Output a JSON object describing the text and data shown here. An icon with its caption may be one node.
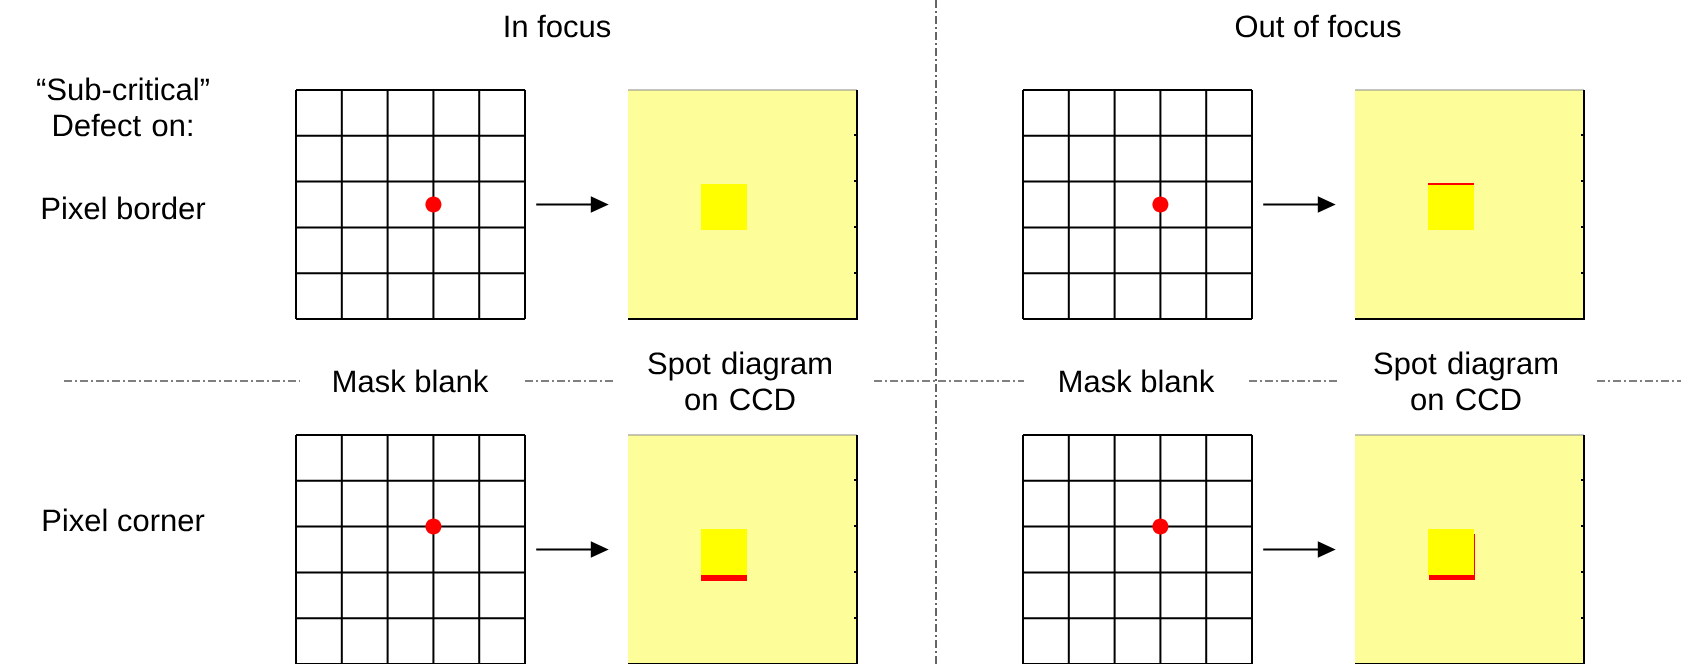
{
  "diagram": {
    "nodes": [
      {
        "text": [],
        "shape": "picture"
      },
      {
        "text": [],
        "shape": "box"
      },
      {
        "text": [],
        "shape": "picture"
      },
      {
        "text": [],
        "shape": "box"
      },
      {
        "text": [],
        "shape": "picture"
      },
      {
        "text": [],
        "shape": "box"
      },
      {
        "text": [],
        "shape": "picture"
      },
      {
        "text": [],
        "shape": "box"
      }
    ],
    "edges": [
      {
        "from": 0,
        "to": 1,
        "arrow": "to"
      },
      {
        "from": 2,
        "to": 3,
        "arrow": "to"
      },
      {
        "from": 4,
        "to": 5,
        "arrow": "to"
      },
      {
        "from": 6,
        "to": 7,
        "arrow": "to"
      }
    ],
    "labels": [
      "In focus",
      "Out of focus",
      "“Sub-critical” Defect on:",
      "Pixel border",
      "Mask blank",
      "Spot diagram on CCD",
      "Mask blank",
      "Spot diagram on CCD",
      "Pixel corner"
    ]
  }
}
